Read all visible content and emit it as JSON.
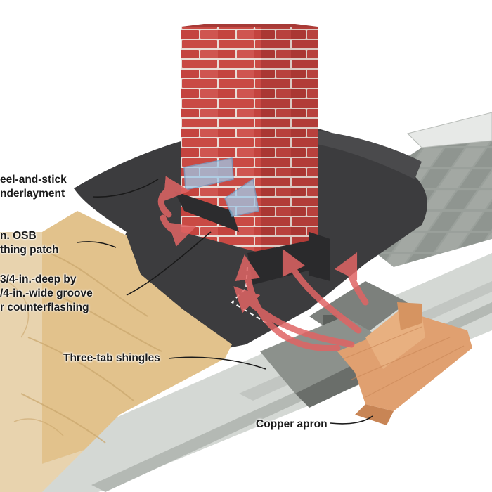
{
  "labels": {
    "underlayment": [
      "eel-and-stick",
      "nderlayment"
    ],
    "osb_patch": [
      "n. OSB",
      "thing patch"
    ],
    "groove": [
      "3/4-in.-deep by",
      "/4-in.-wide groove",
      "r counterflashing"
    ],
    "shingles": "Three-tab shingles",
    "apron": "Copper apron"
  },
  "colors": {
    "brick": "#c94a44",
    "mortar": "#e9dcd6",
    "underlayment": "#3c3c3e",
    "osb": "#e2c28c",
    "shingle": "#8f9590",
    "copper": "#e0a070",
    "arrow": "#e06464",
    "flashing": "#9ec9e8"
  }
}
